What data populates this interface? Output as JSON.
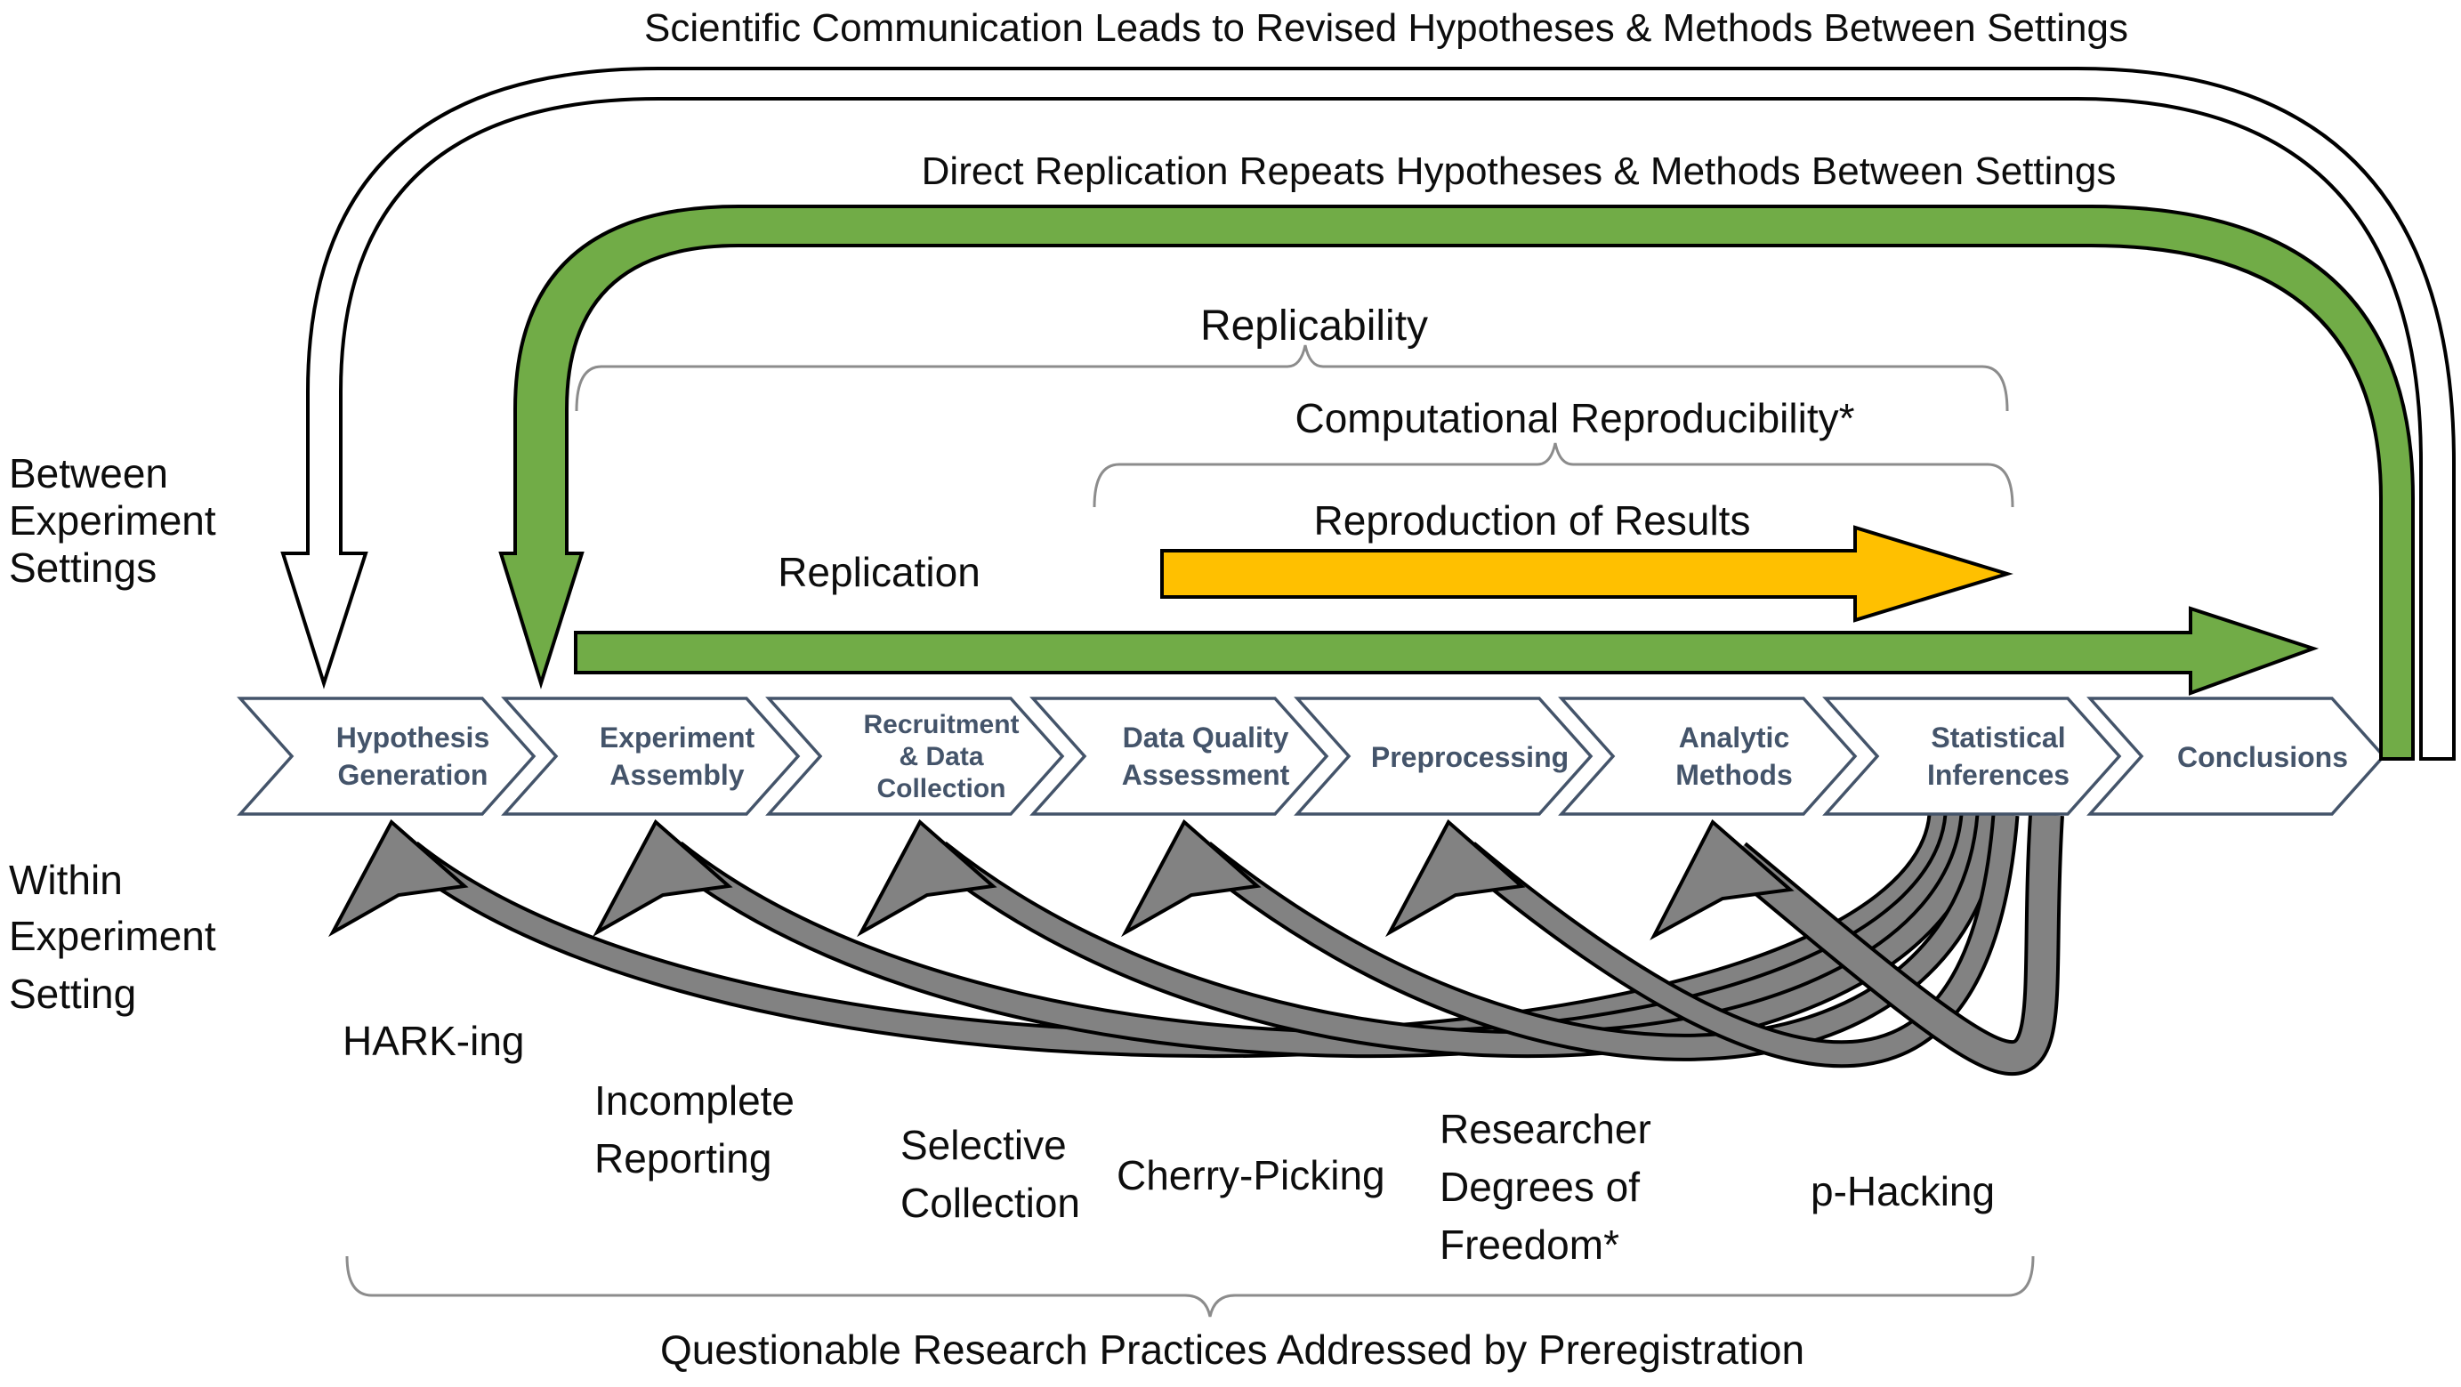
{
  "titles": {
    "scientific_communication": "Scientific Communication Leads to Revised Hypotheses & Methods Between Settings",
    "direct_replication": "Direct Replication Repeats Hypotheses & Methods Between Settings"
  },
  "scope_labels": {
    "replicability": "Replicability",
    "computational_reproducibility": "Computational Reproducibility*",
    "reproduction_of_results": "Reproduction of Results",
    "replication": "Replication"
  },
  "side_labels": {
    "between": [
      "Between",
      "Experiment",
      "Settings"
    ],
    "within": [
      "Within",
      "Experiment",
      "Setting"
    ]
  },
  "stages": [
    {
      "label": "Hypothesis Generation",
      "lines": [
        "Hypothesis",
        "Generation"
      ]
    },
    {
      "label": "Experiment Assembly",
      "lines": [
        "Experiment",
        "Assembly"
      ]
    },
    {
      "label": "Recruitment & Data Collection",
      "lines": [
        "Recruitment",
        "& Data",
        "Collection"
      ]
    },
    {
      "label": "Data Quality Assessment",
      "lines": [
        "Data  Quality",
        "Assessment"
      ]
    },
    {
      "label": "Preprocessing",
      "lines": [
        "Preprocessing"
      ]
    },
    {
      "label": "Analytic Methods",
      "lines": [
        "Analytic",
        "Methods"
      ]
    },
    {
      "label": "Statistical Inferences",
      "lines": [
        "Statistical",
        "Inferences"
      ]
    },
    {
      "label": "Conclusions",
      "lines": [
        "Conclusions"
      ]
    }
  ],
  "qrp": {
    "items": [
      {
        "name": "HARK-ing",
        "lines": [
          "HARK-ing"
        ]
      },
      {
        "name": "Incomplete Reporting",
        "lines": [
          "Incomplete",
          "Reporting"
        ]
      },
      {
        "name": "Selective Collection",
        "lines": [
          "Selective",
          "Collection"
        ]
      },
      {
        "name": "Cherry-Picking",
        "lines": [
          "Cherry-Picking"
        ]
      },
      {
        "name": "Researcher Degrees of Freedom*",
        "lines": [
          "Researcher",
          "Degrees of",
          "Freedom*"
        ]
      },
      {
        "name": "p-Hacking",
        "lines": [
          "p-Hacking"
        ]
      }
    ],
    "caption": "Questionable Research Practices Addressed by Preregistration"
  },
  "colors": {
    "green": "#71AC47",
    "orange": "#FFC000",
    "gray_arrow": "#828282",
    "white_band": "#FFFFFF",
    "chevron_fill": "#FFFFFF",
    "chevron_outline": "#44546A",
    "bracket": "#8C8C8C"
  }
}
